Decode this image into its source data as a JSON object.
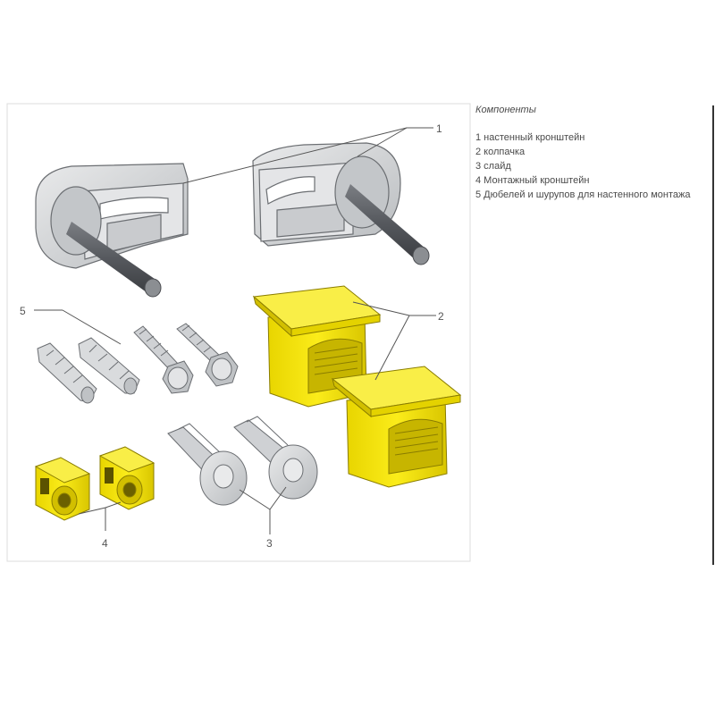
{
  "legend": {
    "title": "Компоненты",
    "items": [
      "1 настенный кронштейн",
      "2 колпачка",
      "3 слайд",
      "4 Монтажный кронштейн",
      "5 Дюбелей и шурупов для настенного монтажа"
    ]
  },
  "callouts": {
    "c1": "1",
    "c2": "2",
    "c3": "3",
    "c4": "4",
    "c5": "5"
  },
  "colors": {
    "part_yellow": "#f7e600",
    "part_yellow_dark": "#d2bf00",
    "part_grey": "#d6d8da",
    "part_grey_dark": "#8f9297",
    "rod": "#56595e",
    "frame": "#dcdcdc",
    "divider": "#333333"
  }
}
